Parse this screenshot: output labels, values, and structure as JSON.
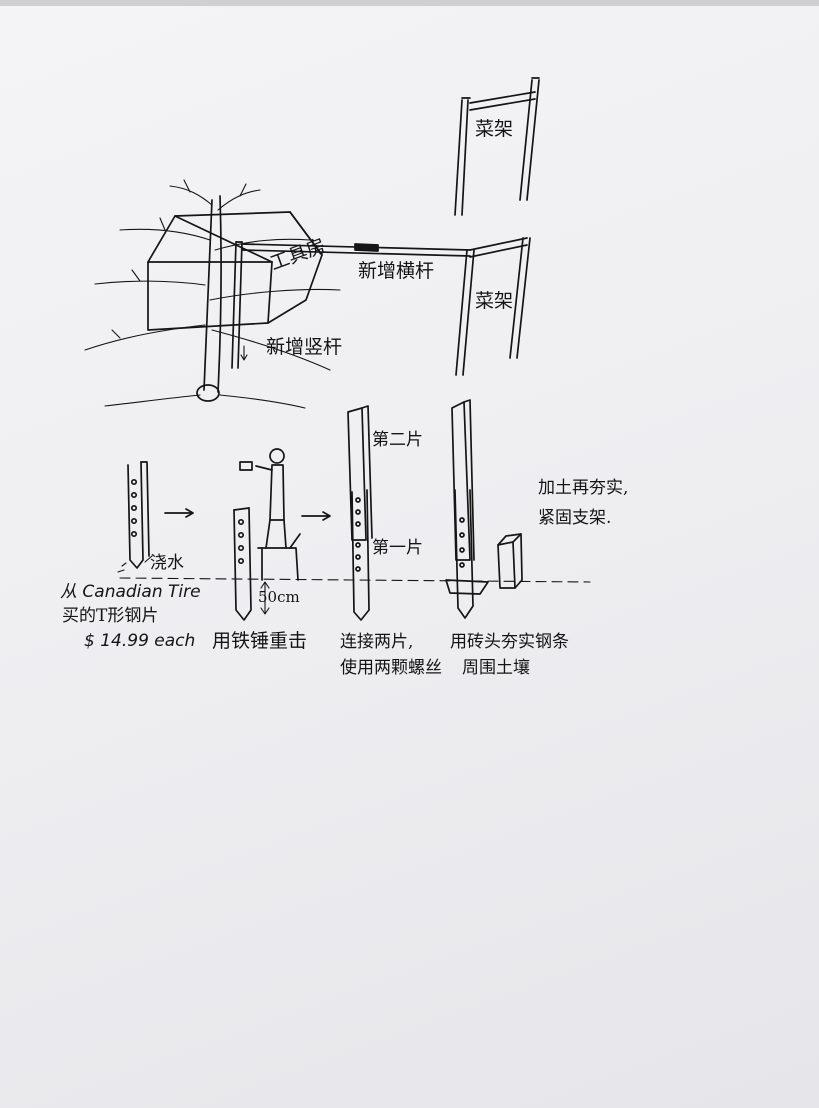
{
  "labels": {
    "shelf_top": "菜架",
    "shelf_bottom": "菜架",
    "tool_room": "工具房",
    "new_crossbar": "新增横杆",
    "new_vertical_pole": "新增竖杆",
    "water": "浇水",
    "source_line1": "从 Canadian Tire",
    "source_line2": "买的T形钢片",
    "price": "$ 14.99 each",
    "depth": "50cm",
    "hammer_caption": "用铁锤重击",
    "second_piece": "第二片",
    "first_piece": "第一片",
    "connect_caption_line1": "连接两片,",
    "connect_caption_line2": "使用两颗螺丝",
    "brick_caption_line1": "用砖头夯实钢条",
    "brick_caption_line2": "周围土壤",
    "final_note_line1": "加土再夯实,",
    "final_note_line2": "紧固支架."
  }
}
